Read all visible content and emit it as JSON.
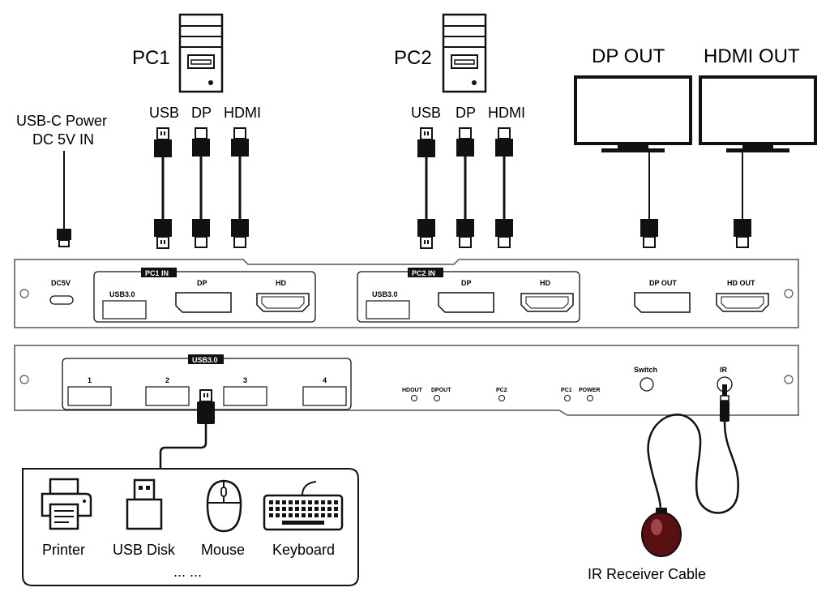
{
  "pc1": {
    "label": "PC1",
    "ports": [
      "USB",
      "DP",
      "HDMI"
    ]
  },
  "pc2": {
    "label": "PC2",
    "ports": [
      "USB",
      "DP",
      "HDMI"
    ]
  },
  "power_label": [
    "USB-C Power",
    "DC 5V IN"
  ],
  "monitors": {
    "dp": "DP OUT",
    "hdmi": "HDMI OUT"
  },
  "rear_panel": {
    "dc": "DC5V",
    "pc1_tag": "PC1 IN",
    "pc2_tag": "PC2 IN",
    "usb": "USB3.0",
    "dp": "DP",
    "hd": "HD",
    "dp_out": "DP OUT",
    "hd_out": "HD OUT"
  },
  "front_panel": {
    "usb_tag": "USB3.0",
    "usb_ports": [
      "1",
      "2",
      "3",
      "4"
    ],
    "leds": [
      "HDOUT",
      "DPOUT",
      "PC2",
      "PC1",
      "POWER"
    ],
    "switch": "Switch",
    "ir": "IR"
  },
  "peripherals": {
    "items": [
      "Printer",
      "USB Disk",
      "Mouse",
      "Keyboard"
    ],
    "more": "... ..."
  },
  "ir_cable": "IR Receiver Cable",
  "colors": {
    "line": "#111111",
    "ir_lens": "#5a1012",
    "panel_stroke": "#555555"
  }
}
